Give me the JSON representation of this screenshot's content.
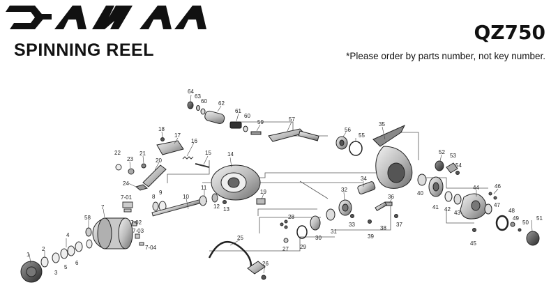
{
  "brand": "DAIWA",
  "product_type": "SPINNING REEL",
  "model": "QZ750",
  "note": "*Please order by parts number, not key number.",
  "colors": {
    "ink": "#111111",
    "part_fill": "#d6d6d6",
    "line": "#333333"
  },
  "part_labels": [
    {
      "id": "p1",
      "text": "1"
    },
    {
      "id": "p2",
      "text": "2"
    },
    {
      "id": "p3",
      "text": "3"
    },
    {
      "id": "p4",
      "text": "4"
    },
    {
      "id": "p5",
      "text": "5"
    },
    {
      "id": "p6",
      "text": "6"
    },
    {
      "id": "p7",
      "text": "7"
    },
    {
      "id": "p7-01",
      "text": "7-01"
    },
    {
      "id": "p7-02",
      "text": "7-02"
    },
    {
      "id": "p7-03",
      "text": "7-03"
    },
    {
      "id": "p7-04",
      "text": "7-04"
    },
    {
      "id": "p8",
      "text": "8"
    },
    {
      "id": "p9",
      "text": "9"
    },
    {
      "id": "p10",
      "text": "10"
    },
    {
      "id": "p11",
      "text": "11"
    },
    {
      "id": "p12",
      "text": "12"
    },
    {
      "id": "p13",
      "text": "13"
    },
    {
      "id": "p14",
      "text": "14"
    },
    {
      "id": "p15",
      "text": "15"
    },
    {
      "id": "p16",
      "text": "16"
    },
    {
      "id": "p17",
      "text": "17"
    },
    {
      "id": "p18",
      "text": "18"
    },
    {
      "id": "p19",
      "text": "19"
    },
    {
      "id": "p20",
      "text": "20"
    },
    {
      "id": "p21",
      "text": "21"
    },
    {
      "id": "p22",
      "text": "22"
    },
    {
      "id": "p23",
      "text": "23"
    },
    {
      "id": "p24",
      "text": "24"
    },
    {
      "id": "p25",
      "text": "25"
    },
    {
      "id": "p26",
      "text": "26"
    },
    {
      "id": "p27",
      "text": "27"
    },
    {
      "id": "p28",
      "text": "28"
    },
    {
      "id": "p29",
      "text": "29"
    },
    {
      "id": "p30",
      "text": "30"
    },
    {
      "id": "p31",
      "text": "31"
    },
    {
      "id": "p32",
      "text": "32"
    },
    {
      "id": "p33",
      "text": "33"
    },
    {
      "id": "p34",
      "text": "34"
    },
    {
      "id": "p35",
      "text": "35"
    },
    {
      "id": "p36",
      "text": "36"
    },
    {
      "id": "p37",
      "text": "37"
    },
    {
      "id": "p38",
      "text": "38"
    },
    {
      "id": "p39",
      "text": "39"
    },
    {
      "id": "p40",
      "text": "40"
    },
    {
      "id": "p41",
      "text": "41"
    },
    {
      "id": "p42",
      "text": "42"
    },
    {
      "id": "p43",
      "text": "43"
    },
    {
      "id": "p44",
      "text": "44"
    },
    {
      "id": "p45",
      "text": "45"
    },
    {
      "id": "p46",
      "text": "46"
    },
    {
      "id": "p47",
      "text": "47"
    },
    {
      "id": "p48",
      "text": "48"
    },
    {
      "id": "p49",
      "text": "49"
    },
    {
      "id": "p50",
      "text": "50"
    },
    {
      "id": "p51",
      "text": "51"
    },
    {
      "id": "p52",
      "text": "52"
    },
    {
      "id": "p53",
      "text": "53"
    },
    {
      "id": "p54",
      "text": "54"
    },
    {
      "id": "p55",
      "text": "55"
    },
    {
      "id": "p56",
      "text": "56"
    },
    {
      "id": "p57",
      "text": "57"
    },
    {
      "id": "p58",
      "text": "58"
    },
    {
      "id": "p59",
      "text": "59"
    },
    {
      "id": "p60a",
      "text": "60"
    },
    {
      "id": "p60b",
      "text": "60"
    },
    {
      "id": "p61",
      "text": "61"
    },
    {
      "id": "p62",
      "text": "62"
    },
    {
      "id": "p63",
      "text": "63"
    },
    {
      "id": "p64",
      "text": "64"
    }
  ]
}
